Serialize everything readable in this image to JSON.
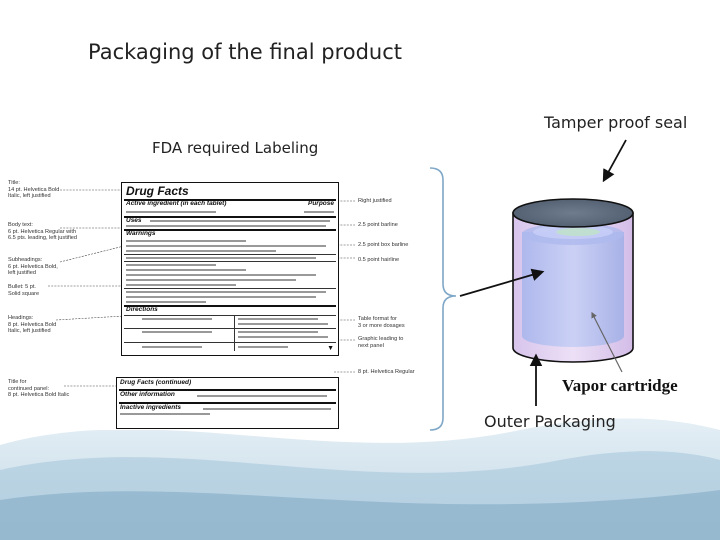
{
  "title": "Packaging of the final product",
  "fda_heading": "FDA required Labeling",
  "callouts": {
    "tamper_seal": "Tamper proof seal",
    "vapor_cartridge": "Vapor cartridge",
    "outer_packaging": "Outer Packaging"
  },
  "drug_facts": {
    "box_title": "Drug Facts",
    "active_ingredient": "Active ingredient (in each tablet)",
    "purpose": "Purpose",
    "uses": "Uses",
    "warnings": "Warnings",
    "directions": "Directions",
    "continued_title": "Drug Facts (continued)",
    "other_information": "Other information",
    "inactive_ingredients": "Inactive ingredients",
    "left_annotations": [
      "Title:\n14 pt. Helvetica Bold\nItalic, left justified",
      "Body text:\n6 pt. Helvetica Regular with\n6.5 pts. leading, left justified",
      "Subheadings:\n6 pt. Helvetica Bold,\nleft justified",
      "Bullet: 5 pt.\nSolid square",
      "Headings:\n8 pt. Helvetica Bold\nItalic, left justified",
      "Title for\ncontinued panel:\n8 pt. Helvetica Bold Italic"
    ],
    "right_annotations": [
      "Right justified",
      "2.5 point barline",
      "2.5 point box barline",
      "0.5 point hairline",
      "Table format for\n3 or more dosages",
      "Graphic leading to\nnext panel",
      "8 pt. Helvetica Regular"
    ]
  }
}
